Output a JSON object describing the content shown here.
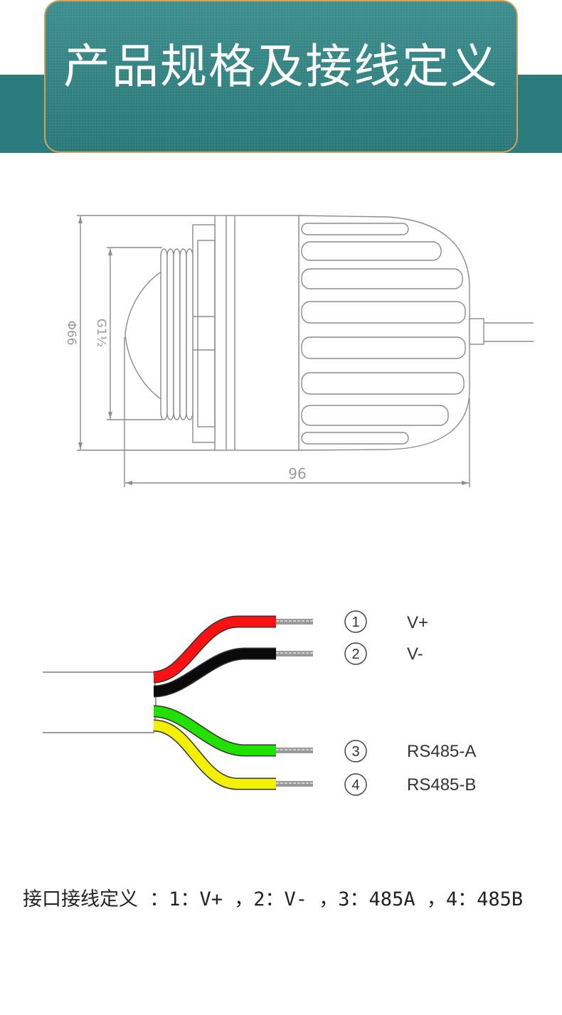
{
  "header": {
    "title": "产品规格及接线定义"
  },
  "theme": {
    "header_band": "#2b7c7d",
    "header_box_top": "#3d8e8e",
    "header_box_bottom": "#2a7878",
    "header_border": "#d9a25c",
    "title_color": "#ffffff",
    "line_color": "#8c8c8c"
  },
  "drawing": {
    "dim_diameter": "Φ66",
    "dim_thread": "G1½",
    "dim_length": "96"
  },
  "wiring": {
    "sheath_color": "#ffffff",
    "strand_color": "#9a9a9a",
    "wires": [
      {
        "number": "1",
        "label": "V+",
        "color": "#ff1010"
      },
      {
        "number": "2",
        "label": "V-",
        "color": "#0a0a0a"
      },
      {
        "number": "3",
        "label": "RS485-A",
        "color": "#22e000"
      },
      {
        "number": "4",
        "label": "RS485-B",
        "color": "#f2f000"
      }
    ]
  },
  "footer": {
    "text": "接口接线定义 ：1：V+ ，2：V- ，3：485A ，4：485B"
  }
}
